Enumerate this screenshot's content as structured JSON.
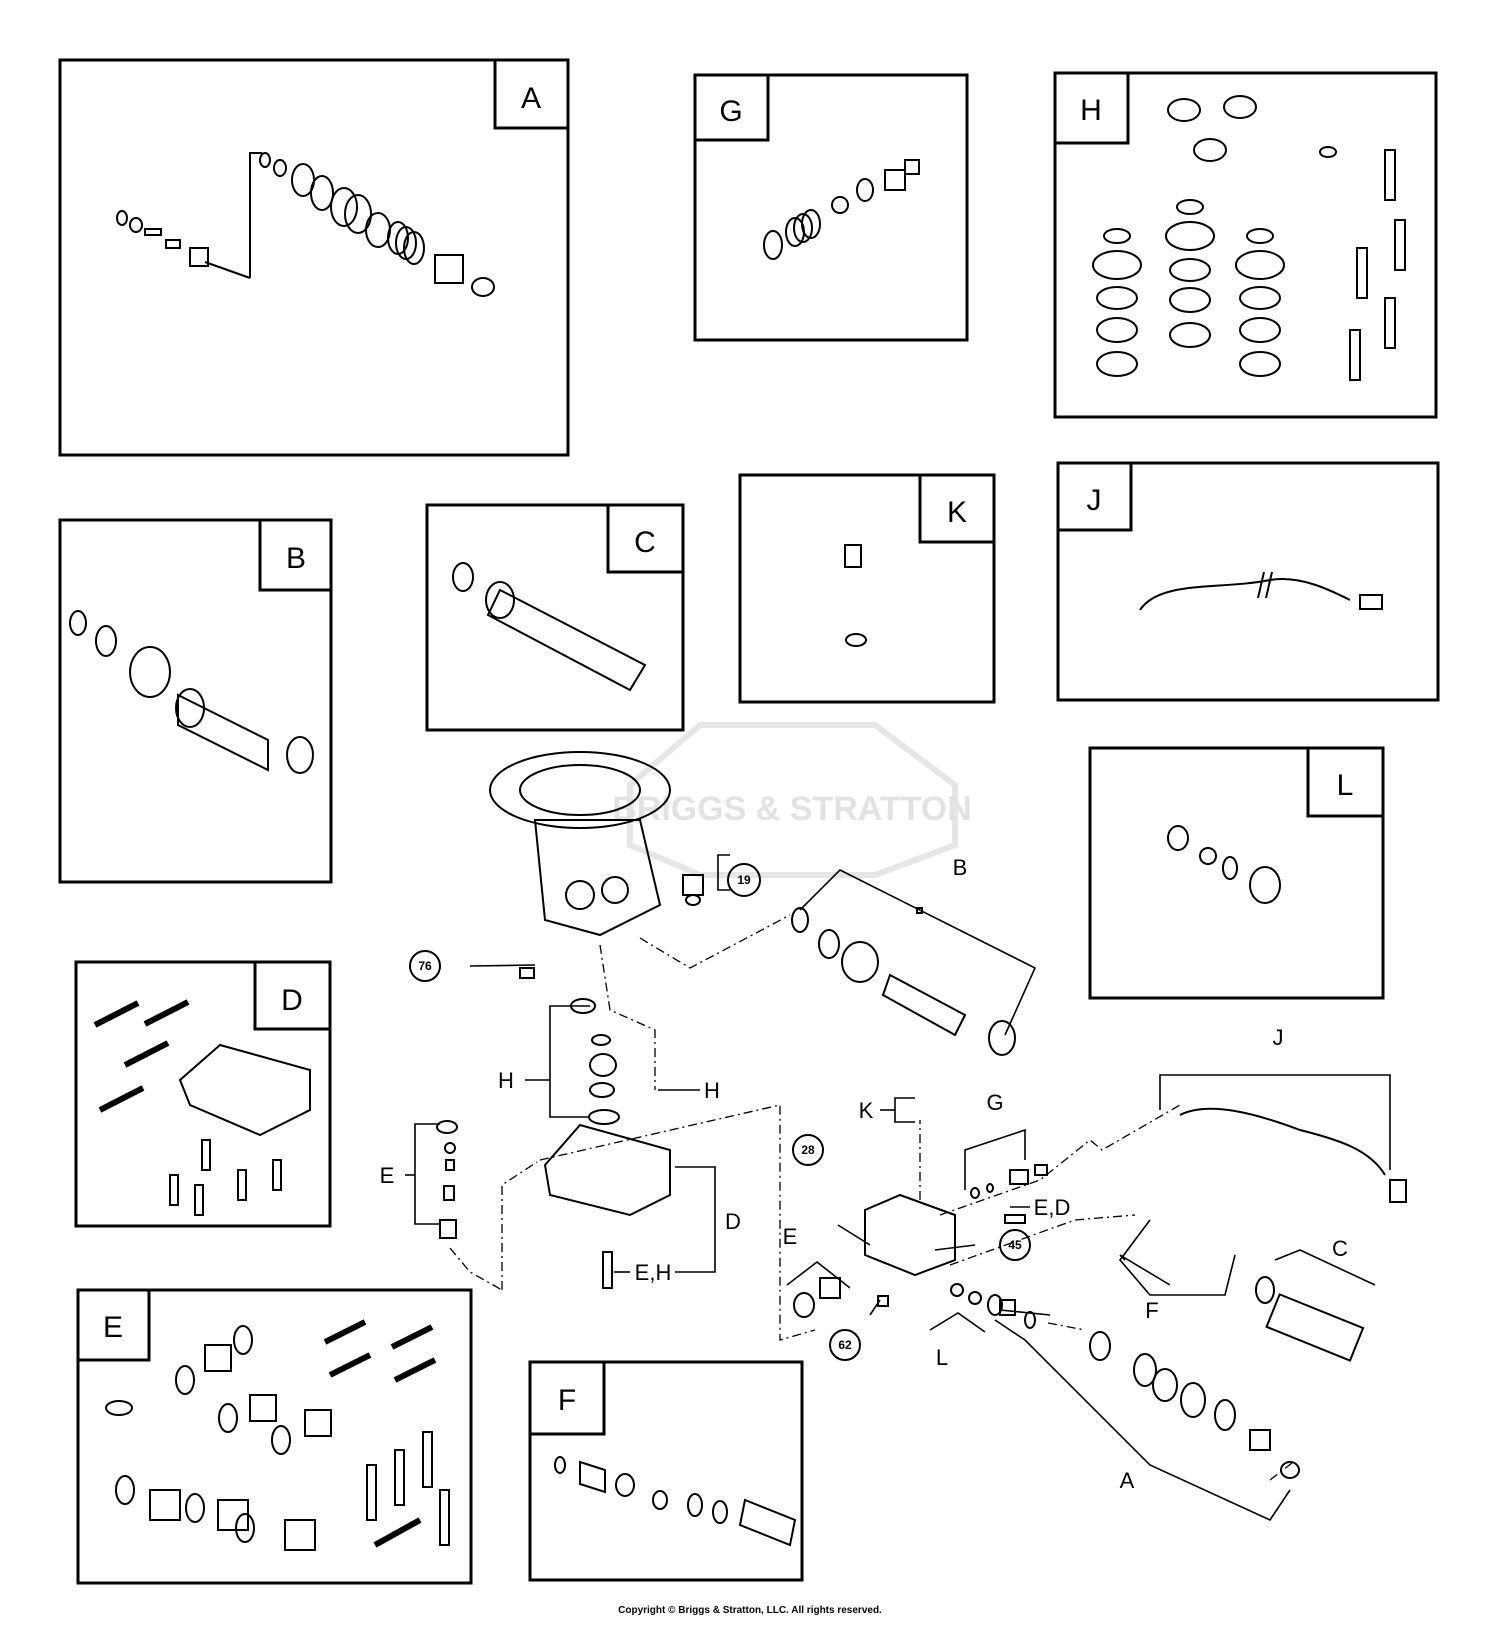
{
  "watermark": "BRIGGS & STRATTON",
  "copyright": "Copyright © Briggs & Stratton, LLC. All rights reserved.",
  "inset_letters": {
    "A": "A",
    "B": "B",
    "C": "C",
    "D": "D",
    "E": "E",
    "F": "F",
    "G": "G",
    "H": "H",
    "J": "J",
    "K": "K",
    "L": "L"
  },
  "callouts": {
    "B": "B",
    "H_left": "H",
    "H_right": "H",
    "E_left": "E",
    "D": "D",
    "E_H": "E,H",
    "K": "K",
    "G": "G",
    "J": "J",
    "E_D": "E,D",
    "E_mid": "E",
    "F": "F",
    "C": "C",
    "L": "L",
    "A": "A"
  },
  "part_numbers": {
    "p19": "19",
    "p76": "76",
    "p28": "28",
    "p45": "45",
    "p62": "62"
  }
}
